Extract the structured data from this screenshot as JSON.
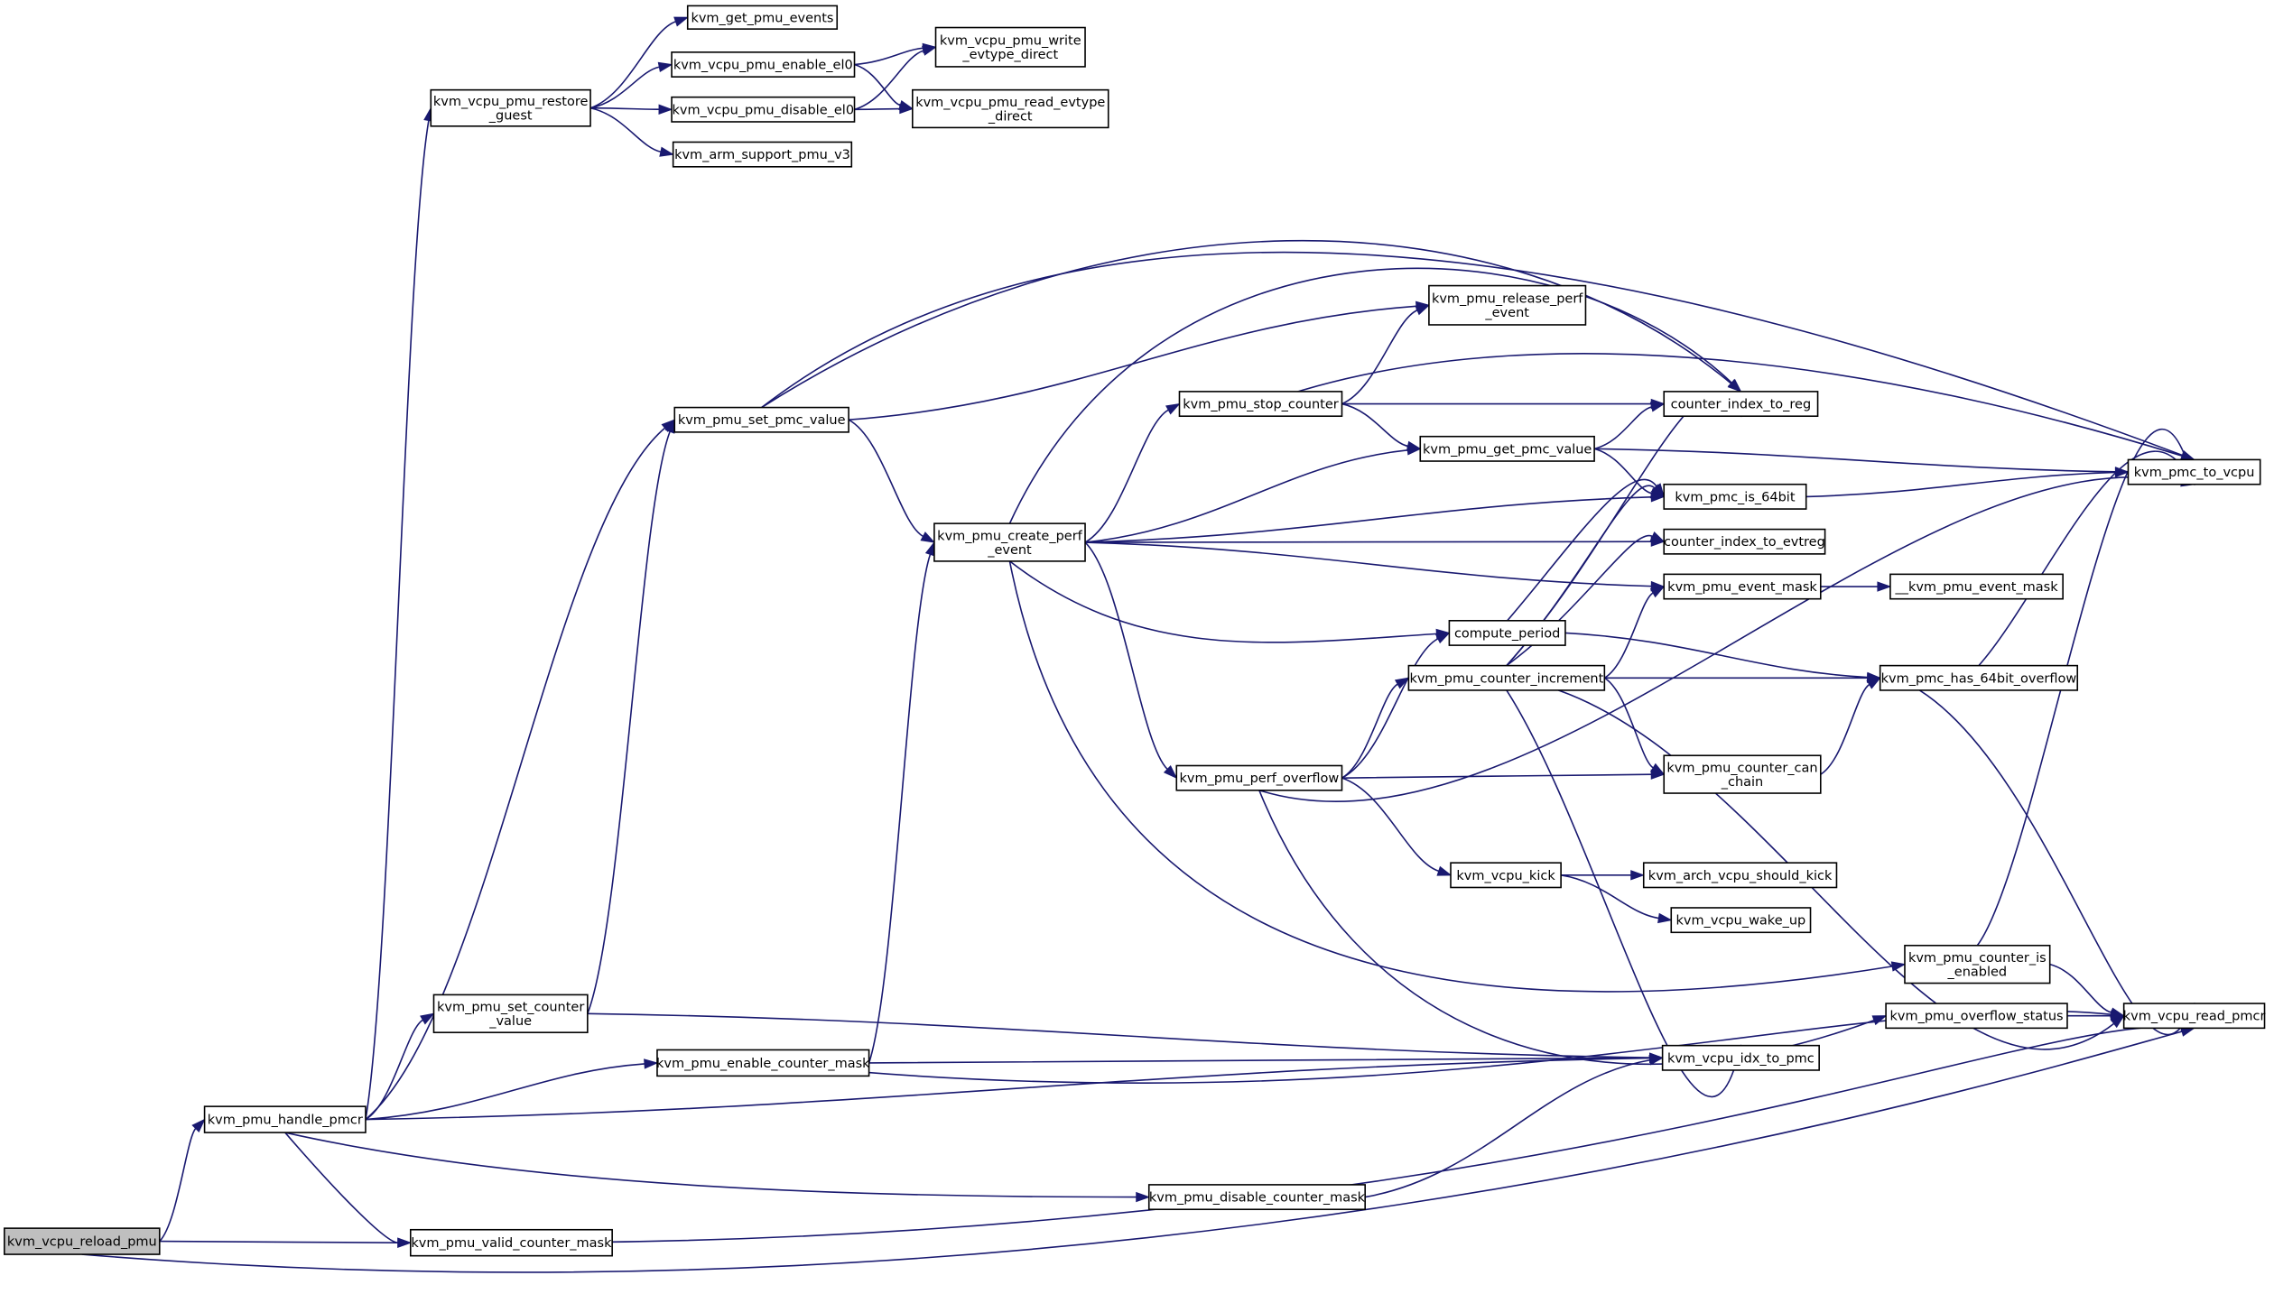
{
  "colors": {
    "edge": "#191970",
    "node_border": "#000000",
    "node_fill": "#ffffff",
    "root_fill": "#bfbfbf"
  },
  "nodes": [
    {
      "id": "reload",
      "lines": [
        "kvm_vcpu_reload_pmu"
      ],
      "root": true
    },
    {
      "id": "handle_pmcr",
      "lines": [
        "kvm_pmu_handle_pmcr"
      ]
    },
    {
      "id": "valid_mask",
      "lines": [
        "kvm_pmu_valid_counter_mask"
      ]
    },
    {
      "id": "restore_guest",
      "lines": [
        "kvm_vcpu_pmu_restore",
        "_guest"
      ]
    },
    {
      "id": "set_pmc_value",
      "lines": [
        "kvm_pmu_set_pmc_value"
      ]
    },
    {
      "id": "set_counter_value",
      "lines": [
        "kvm_pmu_set_counter",
        "_value"
      ]
    },
    {
      "id": "enable_mask",
      "lines": [
        "kvm_pmu_enable_counter_mask"
      ]
    },
    {
      "id": "get_pmu_events",
      "lines": [
        "kvm_get_pmu_events"
      ]
    },
    {
      "id": "enable_el0",
      "lines": [
        "kvm_vcpu_pmu_enable_el0"
      ]
    },
    {
      "id": "disable_el0",
      "lines": [
        "kvm_vcpu_pmu_disable_el0"
      ]
    },
    {
      "id": "support_v3",
      "lines": [
        "kvm_arm_support_pmu_v3"
      ]
    },
    {
      "id": "write_evtype",
      "lines": [
        "kvm_vcpu_pmu_write",
        "_evtype_direct"
      ]
    },
    {
      "id": "read_evtype",
      "lines": [
        "kvm_vcpu_pmu_read_evtype",
        "_direct"
      ]
    },
    {
      "id": "create_perf",
      "lines": [
        "kvm_pmu_create_perf",
        "_event"
      ]
    },
    {
      "id": "release_perf",
      "lines": [
        "kvm_pmu_release_perf",
        "_event"
      ]
    },
    {
      "id": "stop_counter",
      "lines": [
        "kvm_pmu_stop_counter"
      ]
    },
    {
      "id": "get_pmc_value",
      "lines": [
        "kvm_pmu_get_pmc_value"
      ]
    },
    {
      "id": "idx_to_reg",
      "lines": [
        "counter_index_to_reg"
      ]
    },
    {
      "id": "is_64bit",
      "lines": [
        "kvm_pmc_is_64bit"
      ]
    },
    {
      "id": "idx_to_evtreg",
      "lines": [
        "counter_index_to_evtreg"
      ]
    },
    {
      "id": "event_mask",
      "lines": [
        "kvm_pmu_event_mask"
      ]
    },
    {
      "id": "event_mask2",
      "lines": [
        "__kvm_pmu_event_mask"
      ]
    },
    {
      "id": "compute_period",
      "lines": [
        "compute_period"
      ]
    },
    {
      "id": "counter_increment",
      "lines": [
        "kvm_pmu_counter_increment"
      ]
    },
    {
      "id": "has_64bit_overflow",
      "lines": [
        "kvm_pmc_has_64bit_overflow"
      ]
    },
    {
      "id": "perf_overflow",
      "lines": [
        "kvm_pmu_perf_overflow"
      ]
    },
    {
      "id": "can_chain",
      "lines": [
        "kvm_pmu_counter_can",
        "_chain"
      ]
    },
    {
      "id": "vcpu_kick",
      "lines": [
        "kvm_vcpu_kick"
      ]
    },
    {
      "id": "should_kick",
      "lines": [
        "kvm_arch_vcpu_should_kick"
      ]
    },
    {
      "id": "wake_up",
      "lines": [
        "kvm_vcpu_wake_up"
      ]
    },
    {
      "id": "is_enabled",
      "lines": [
        "kvm_pmu_counter_is",
        "_enabled"
      ]
    },
    {
      "id": "overflow_status",
      "lines": [
        "kvm_pmu_overflow_status"
      ]
    },
    {
      "id": "pmc_to_vcpu",
      "lines": [
        "kvm_pmc_to_vcpu"
      ]
    },
    {
      "id": "read_pmcr",
      "lines": [
        "kvm_vcpu_read_pmcr"
      ]
    },
    {
      "id": "idx_to_pmc",
      "lines": [
        "kvm_vcpu_idx_to_pmc"
      ]
    },
    {
      "id": "disable_mask",
      "lines": [
        "kvm_pmu_disable_counter_mask"
      ]
    }
  ],
  "edges": [
    [
      "reload",
      "handle_pmcr"
    ],
    [
      "reload",
      "valid_mask"
    ],
    [
      "reload",
      "read_pmcr"
    ],
    [
      "handle_pmcr",
      "restore_guest"
    ],
    [
      "handle_pmcr",
      "set_pmc_value"
    ],
    [
      "handle_pmcr",
      "set_counter_value"
    ],
    [
      "handle_pmcr",
      "enable_mask"
    ],
    [
      "handle_pmcr",
      "idx_to_pmc"
    ],
    [
      "handle_pmcr",
      "disable_mask"
    ],
    [
      "handle_pmcr",
      "valid_mask"
    ],
    [
      "restore_guest",
      "get_pmu_events"
    ],
    [
      "restore_guest",
      "enable_el0"
    ],
    [
      "restore_guest",
      "disable_el0"
    ],
    [
      "restore_guest",
      "support_v3"
    ],
    [
      "enable_el0",
      "write_evtype"
    ],
    [
      "enable_el0",
      "read_evtype"
    ],
    [
      "disable_el0",
      "write_evtype"
    ],
    [
      "disable_el0",
      "read_evtype"
    ],
    [
      "set_pmc_value",
      "pmc_to_vcpu"
    ],
    [
      "set_pmc_value",
      "release_perf"
    ],
    [
      "set_pmc_value",
      "create_perf"
    ],
    [
      "set_pmc_value",
      "idx_to_reg"
    ],
    [
      "set_counter_value",
      "set_pmc_value"
    ],
    [
      "set_counter_value",
      "idx_to_pmc"
    ],
    [
      "enable_mask",
      "create_perf"
    ],
    [
      "enable_mask",
      "idx_to_pmc"
    ],
    [
      "enable_mask",
      "read_pmcr"
    ],
    [
      "create_perf",
      "idx_to_reg"
    ],
    [
      "create_perf",
      "stop_counter"
    ],
    [
      "create_perf",
      "get_pmc_value"
    ],
    [
      "create_perf",
      "is_64bit"
    ],
    [
      "create_perf",
      "idx_to_evtreg"
    ],
    [
      "create_perf",
      "event_mask"
    ],
    [
      "create_perf",
      "compute_period"
    ],
    [
      "create_perf",
      "perf_overflow"
    ],
    [
      "create_perf",
      "is_enabled"
    ],
    [
      "stop_counter",
      "release_perf"
    ],
    [
      "stop_counter",
      "idx_to_reg"
    ],
    [
      "stop_counter",
      "get_pmc_value"
    ],
    [
      "stop_counter",
      "pmc_to_vcpu"
    ],
    [
      "get_pmc_value",
      "idx_to_reg"
    ],
    [
      "get_pmc_value",
      "is_64bit"
    ],
    [
      "get_pmc_value",
      "pmc_to_vcpu"
    ],
    [
      "is_64bit",
      "pmc_to_vcpu"
    ],
    [
      "event_mask",
      "event_mask2"
    ],
    [
      "compute_period",
      "is_64bit"
    ],
    [
      "compute_period",
      "has_64bit_overflow"
    ],
    [
      "counter_increment",
      "idx_to_reg"
    ],
    [
      "counter_increment",
      "is_64bit"
    ],
    [
      "counter_increment",
      "idx_to_evtreg"
    ],
    [
      "counter_increment",
      "event_mask"
    ],
    [
      "counter_increment",
      "has_64bit_overflow"
    ],
    [
      "counter_increment",
      "can_chain"
    ],
    [
      "counter_increment",
      "idx_to_pmc"
    ],
    [
      "counter_increment",
      "read_pmcr"
    ],
    [
      "has_64bit_overflow",
      "pmc_to_vcpu"
    ],
    [
      "has_64bit_overflow",
      "read_pmcr"
    ],
    [
      "perf_overflow",
      "compute_period"
    ],
    [
      "perf_overflow",
      "counter_increment"
    ],
    [
      "perf_overflow",
      "can_chain"
    ],
    [
      "perf_overflow",
      "pmc_to_vcpu"
    ],
    [
      "perf_overflow",
      "vcpu_kick"
    ],
    [
      "perf_overflow",
      "overflow_status"
    ],
    [
      "can_chain",
      "has_64bit_overflow"
    ],
    [
      "vcpu_kick",
      "should_kick"
    ],
    [
      "vcpu_kick",
      "wake_up"
    ],
    [
      "is_enabled",
      "pmc_to_vcpu"
    ],
    [
      "is_enabled",
      "read_pmcr"
    ],
    [
      "overflow_status",
      "read_pmcr"
    ],
    [
      "disable_mask",
      "idx_to_pmc"
    ],
    [
      "valid_mask",
      "read_pmcr"
    ]
  ]
}
